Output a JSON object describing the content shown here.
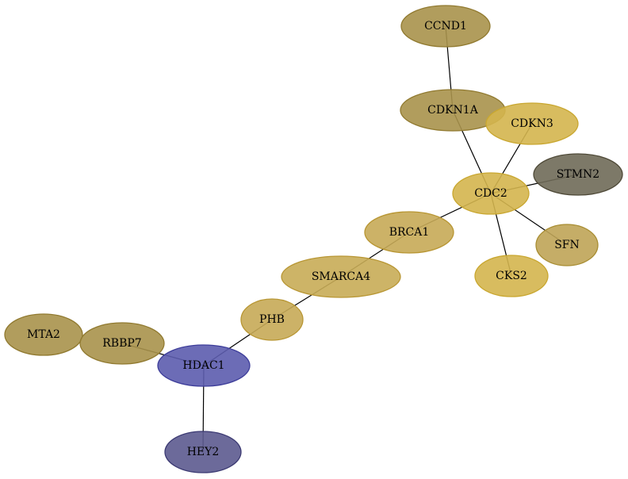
{
  "nodes": [
    {
      "id": "CCND1",
      "label": "CCND1",
      "fill": "#a8924b",
      "stroke": "#917a30"
    },
    {
      "id": "CDKN1A",
      "label": "CDKN1A",
      "fill": "#a8924b",
      "stroke": "#917a30"
    },
    {
      "id": "CDKN3",
      "label": "CDKN3",
      "fill": "#d4b54e",
      "stroke": "#c9a730"
    },
    {
      "id": "STMN2",
      "label": "STMN2",
      "fill": "#6f6a58",
      "stroke": "#4f4a38"
    },
    {
      "id": "CDC2",
      "label": "CDC2",
      "fill": "#d4b54e",
      "stroke": "#c9a730"
    },
    {
      "id": "BRCA1",
      "label": "BRCA1",
      "fill": "#c6aa56",
      "stroke": "#b89633"
    },
    {
      "id": "SFN",
      "label": "SFN",
      "fill": "#bfa456",
      "stroke": "#a88d32"
    },
    {
      "id": "SMARCA4",
      "label": "SMARCA4",
      "fill": "#c8ac56",
      "stroke": "#b89633"
    },
    {
      "id": "CKS2",
      "label": "CKS2",
      "fill": "#d4b54e",
      "stroke": "#c9a730"
    },
    {
      "id": "PHB",
      "label": "PHB",
      "fill": "#c6aa56",
      "stroke": "#b89633"
    },
    {
      "id": "MTA2",
      "label": "MTA2",
      "fill": "#a8924b",
      "stroke": "#917a30"
    },
    {
      "id": "RBBP7",
      "label": "RBBP7",
      "fill": "#a8924b",
      "stroke": "#917a30"
    },
    {
      "id": "HDAC1",
      "label": "HDAC1",
      "fill": "#5c5cae",
      "stroke": "#3d3d9a"
    },
    {
      "id": "HEY2",
      "label": "HEY2",
      "fill": "#5c5a8f",
      "stroke": "#3c3a73"
    }
  ],
  "edges": [
    [
      "CCND1",
      "CDKN1A"
    ],
    [
      "CDKN1A",
      "CDC2"
    ],
    [
      "CDKN3",
      "CDC2"
    ],
    [
      "STMN2",
      "CDC2"
    ],
    [
      "CDC2",
      "BRCA1"
    ],
    [
      "CDC2",
      "SFN"
    ],
    [
      "CDC2",
      "CKS2"
    ],
    [
      "BRCA1",
      "SMARCA4"
    ],
    [
      "SMARCA4",
      "PHB"
    ],
    [
      "PHB",
      "HDAC1"
    ],
    [
      "RBBP7",
      "HDAC1"
    ],
    [
      "HDAC1",
      "HEY2"
    ]
  ]
}
